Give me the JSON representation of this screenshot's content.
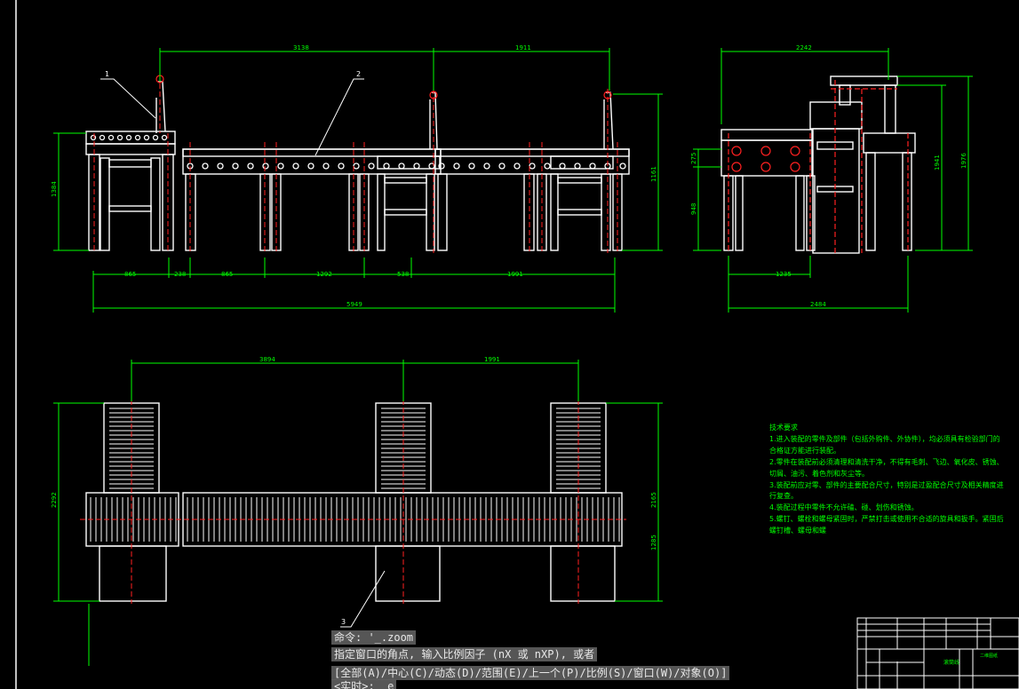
{
  "drawing": {
    "front_view": {
      "overall_width": "5949",
      "top_dims": [
        "3138",
        "1911"
      ],
      "bottom_dims": [
        "865",
        "238",
        "865",
        "1292",
        "538",
        "1991"
      ],
      "left_height": "1384",
      "right_height": "1161",
      "leaders": [
        "1",
        "2"
      ]
    },
    "side_view": {
      "top_width": "2242",
      "bottom_width": "2484",
      "bottom_dim": "1235",
      "left_dims": [
        "275",
        "948"
      ],
      "right_dims": [
        "1941",
        "1976"
      ]
    },
    "plan_view": {
      "top_dims": [
        "3894",
        "1991"
      ],
      "left_height": "2292",
      "right_heights": [
        "2165",
        "1285"
      ],
      "leader": "3"
    }
  },
  "notes": {
    "title": "技术要求",
    "lines": [
      "1.进入装配的零件及部件（包括外购件、外协件），均必须具有检验部门的",
      "合格证方能进行装配。",
      "2.零件在装配前必须清理和清洗干净，不得有毛刺、飞边、氧化皮、锈蚀、",
      "切屑、油污、着色剂和灰尘等。",
      "3.装配前应对零、部件的主要配合尺寸，特别是过盈配合尺寸及相关精度进",
      "行复查。",
      "4.装配过程中零件不允许磕、碰、划伤和锈蚀。",
      "5.螺钉、螺栓和螺母紧固时，严禁打击或使用不合适的旋具和扳手。紧固后",
      "螺钉槽、螺母和螺"
    ]
  },
  "title_block": {
    "drawing_name": "滚筒线",
    "label2": "二维图纸"
  },
  "command": {
    "line1": "命令: '_.zoom",
    "line2": "指定窗口的角点, 输入比例因子 (nX 或 nXP), 或者",
    "line3": "[全部(A)/中心(C)/动态(D)/范围(E)/上一个(P)/比例(S)/窗口(W)/对象(O)]",
    "line4": "<实时>:  e"
  }
}
